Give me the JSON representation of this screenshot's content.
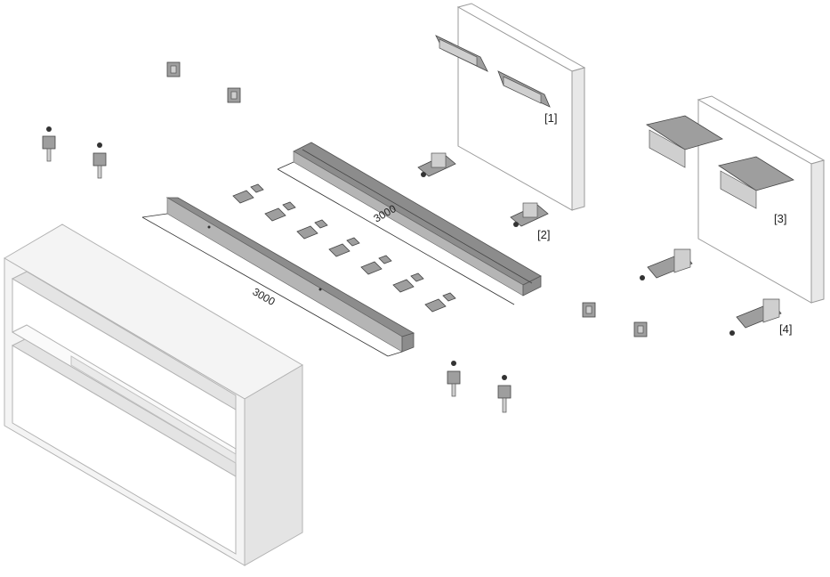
{
  "labels": {
    "item1": "[1]",
    "item2": "[2]",
    "item3": "[3]",
    "item4": "[4]"
  },
  "dimensions": {
    "upper_rail_length": "3000",
    "lower_rail_length": "3000"
  },
  "colors": {
    "background": "#ffffff",
    "metal_dark": "#8c8c8c",
    "metal_light": "#cfcfcf",
    "panel": "#ffffff",
    "cabinet": "#f4f4f4"
  }
}
